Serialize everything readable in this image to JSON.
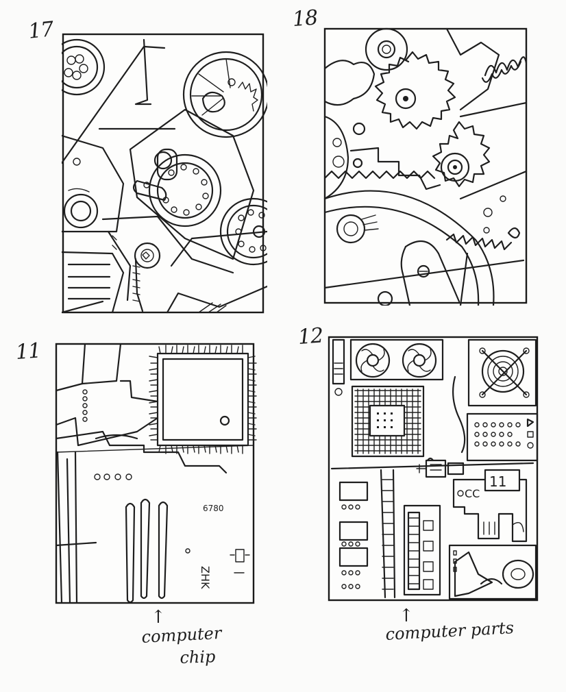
{
  "sheet": {
    "panels": [
      {
        "id": "17",
        "number": "17"
      },
      {
        "id": "18",
        "number": "18"
      },
      {
        "id": "11",
        "number": "11"
      },
      {
        "id": "12",
        "number": "12"
      }
    ],
    "captions": {
      "left_line1": "computer",
      "left_line2": "chip",
      "right": "computer parts",
      "arrow": "↑"
    },
    "inline_text": {
      "chip_code": "6780",
      "chip_label": "ZHK",
      "parts_label_cc": "CC",
      "parts_label_11": "11"
    }
  }
}
